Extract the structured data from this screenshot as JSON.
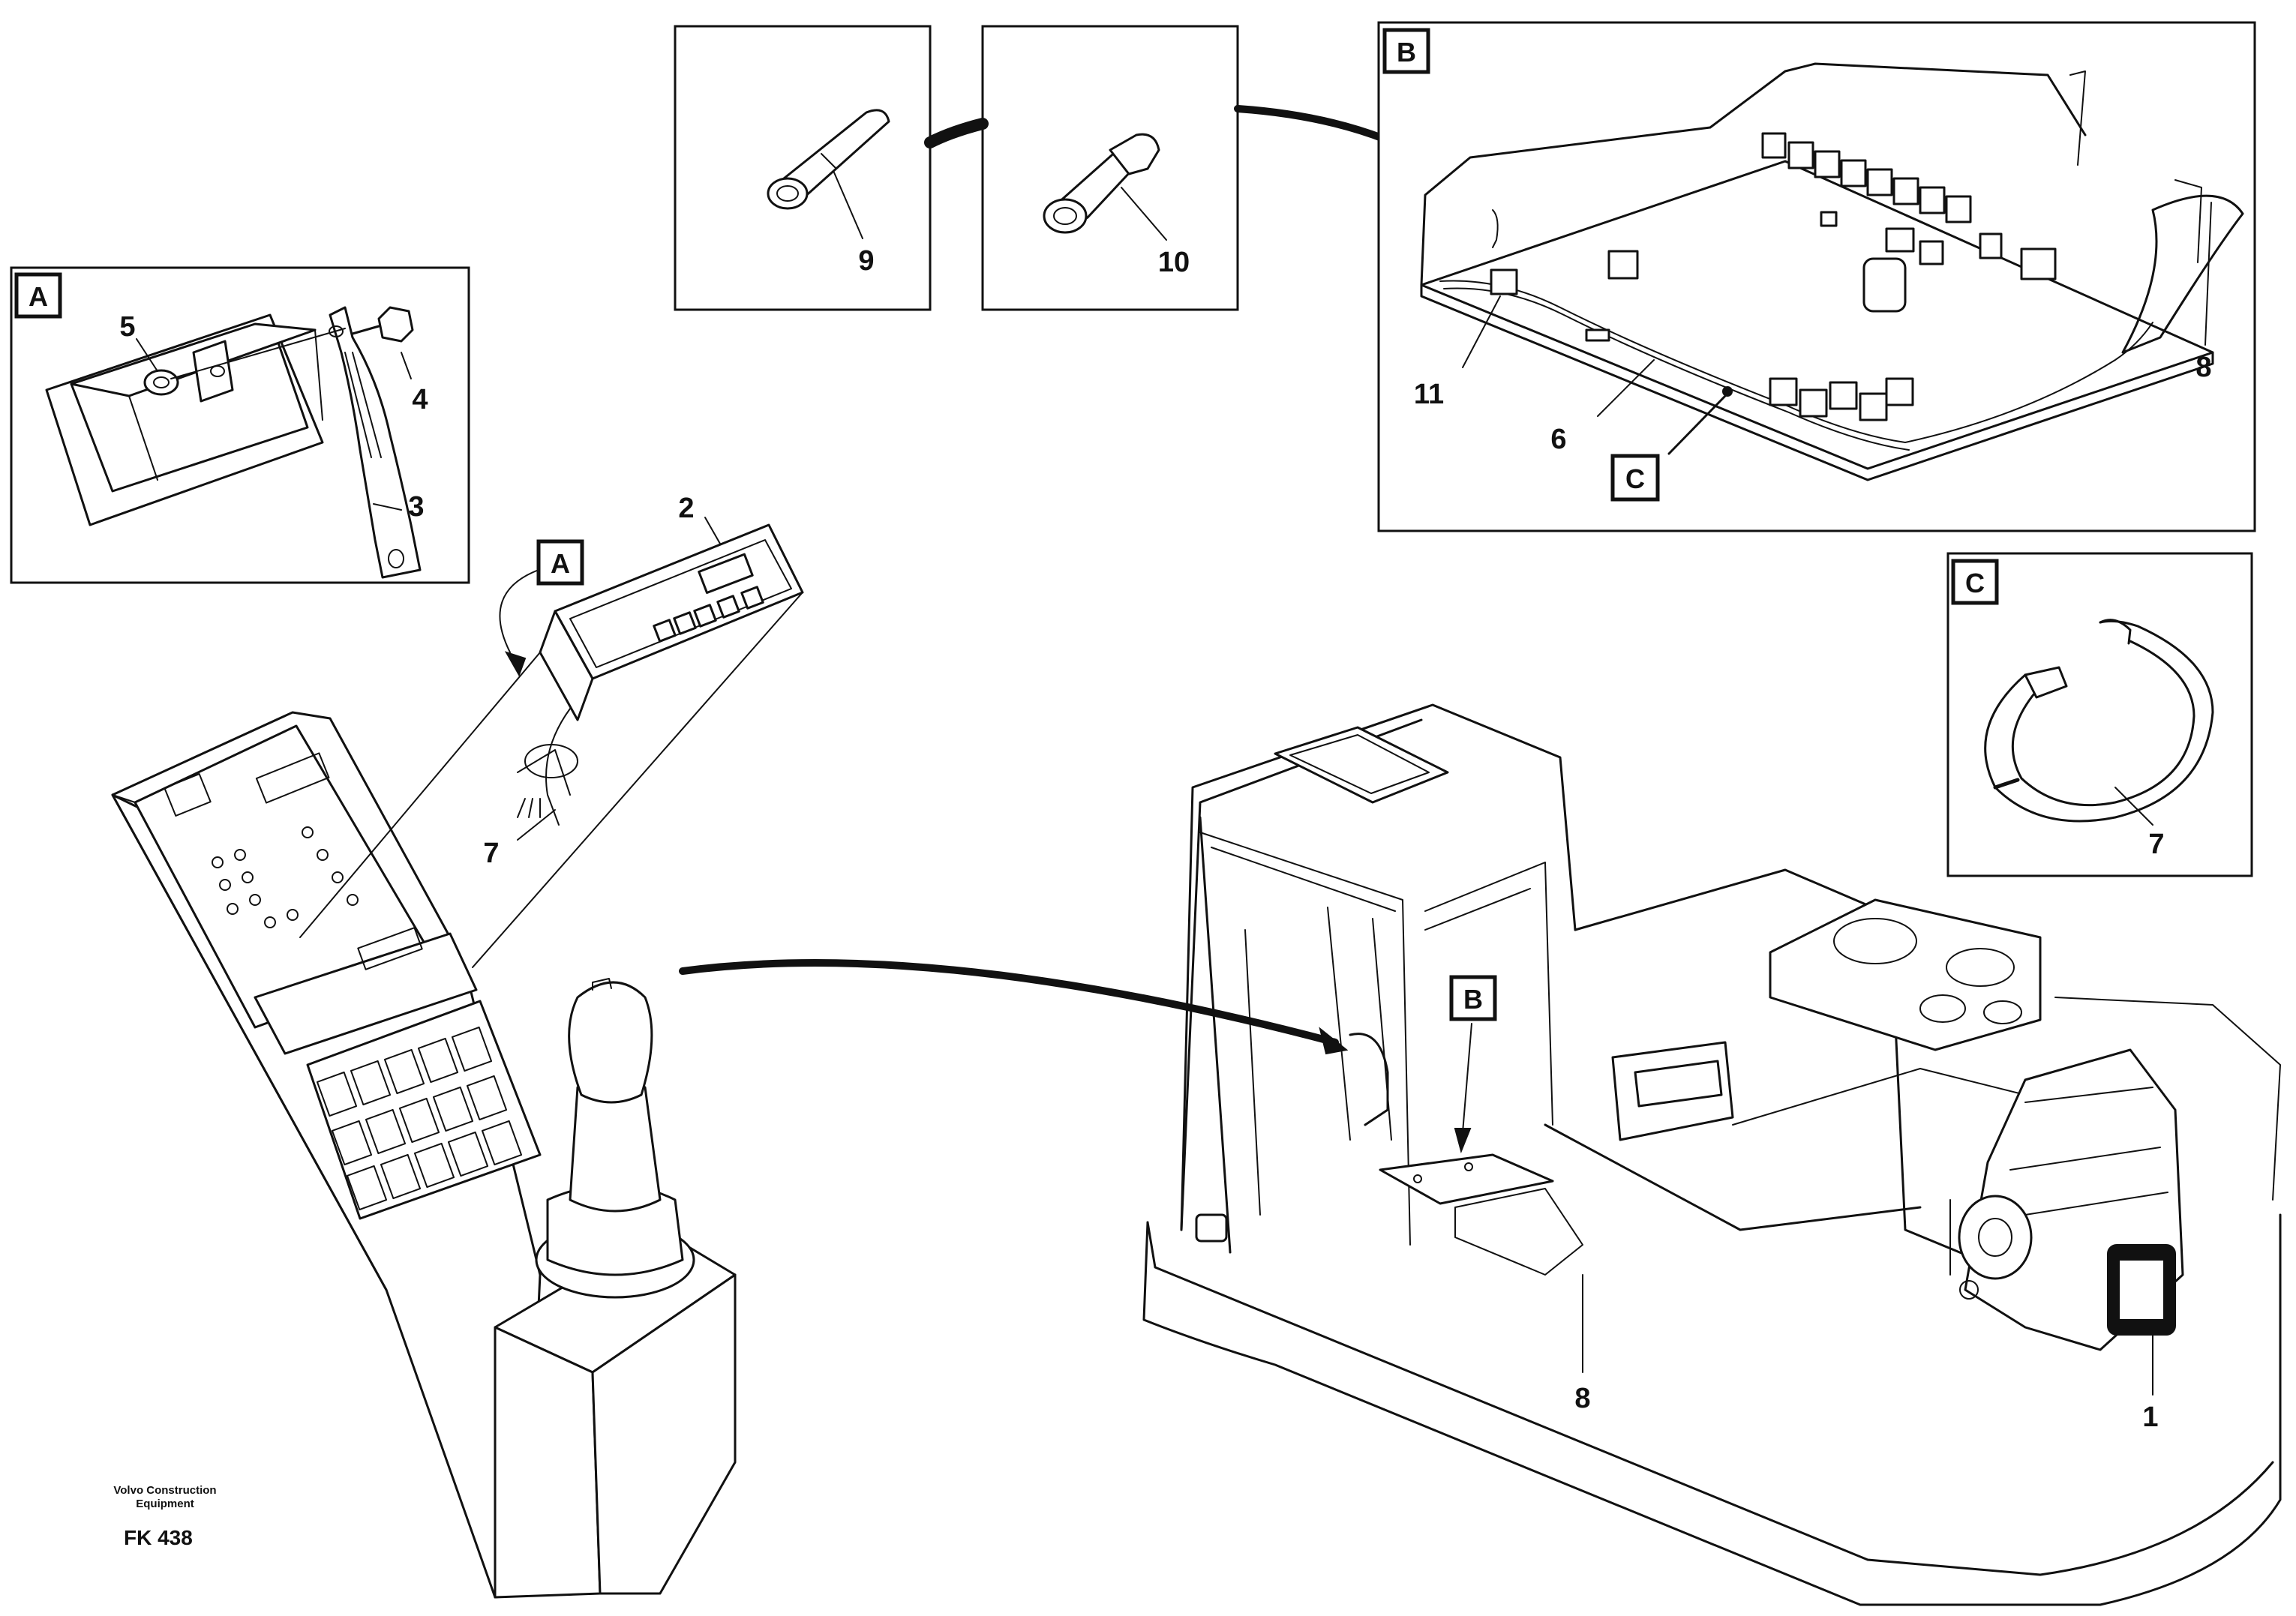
{
  "part_numbers": {
    "n1": "1",
    "n2": "2",
    "n3": "3",
    "n4": "4",
    "n5": "5",
    "n6": "6",
    "n7a": "7",
    "n7b": "7",
    "n8a": "8",
    "n8b": "8",
    "n9": "9",
    "n10": "10",
    "n11": "11"
  },
  "detail_tags": {
    "a_box": "A",
    "a_pointer": "A",
    "b_box": "B",
    "b_pointer": "B",
    "c_box": "C",
    "c_pointer": "C"
  },
  "footer": {
    "company_line1": "Volvo Construction",
    "company_line2": "Equipment",
    "code": "FK 438"
  }
}
